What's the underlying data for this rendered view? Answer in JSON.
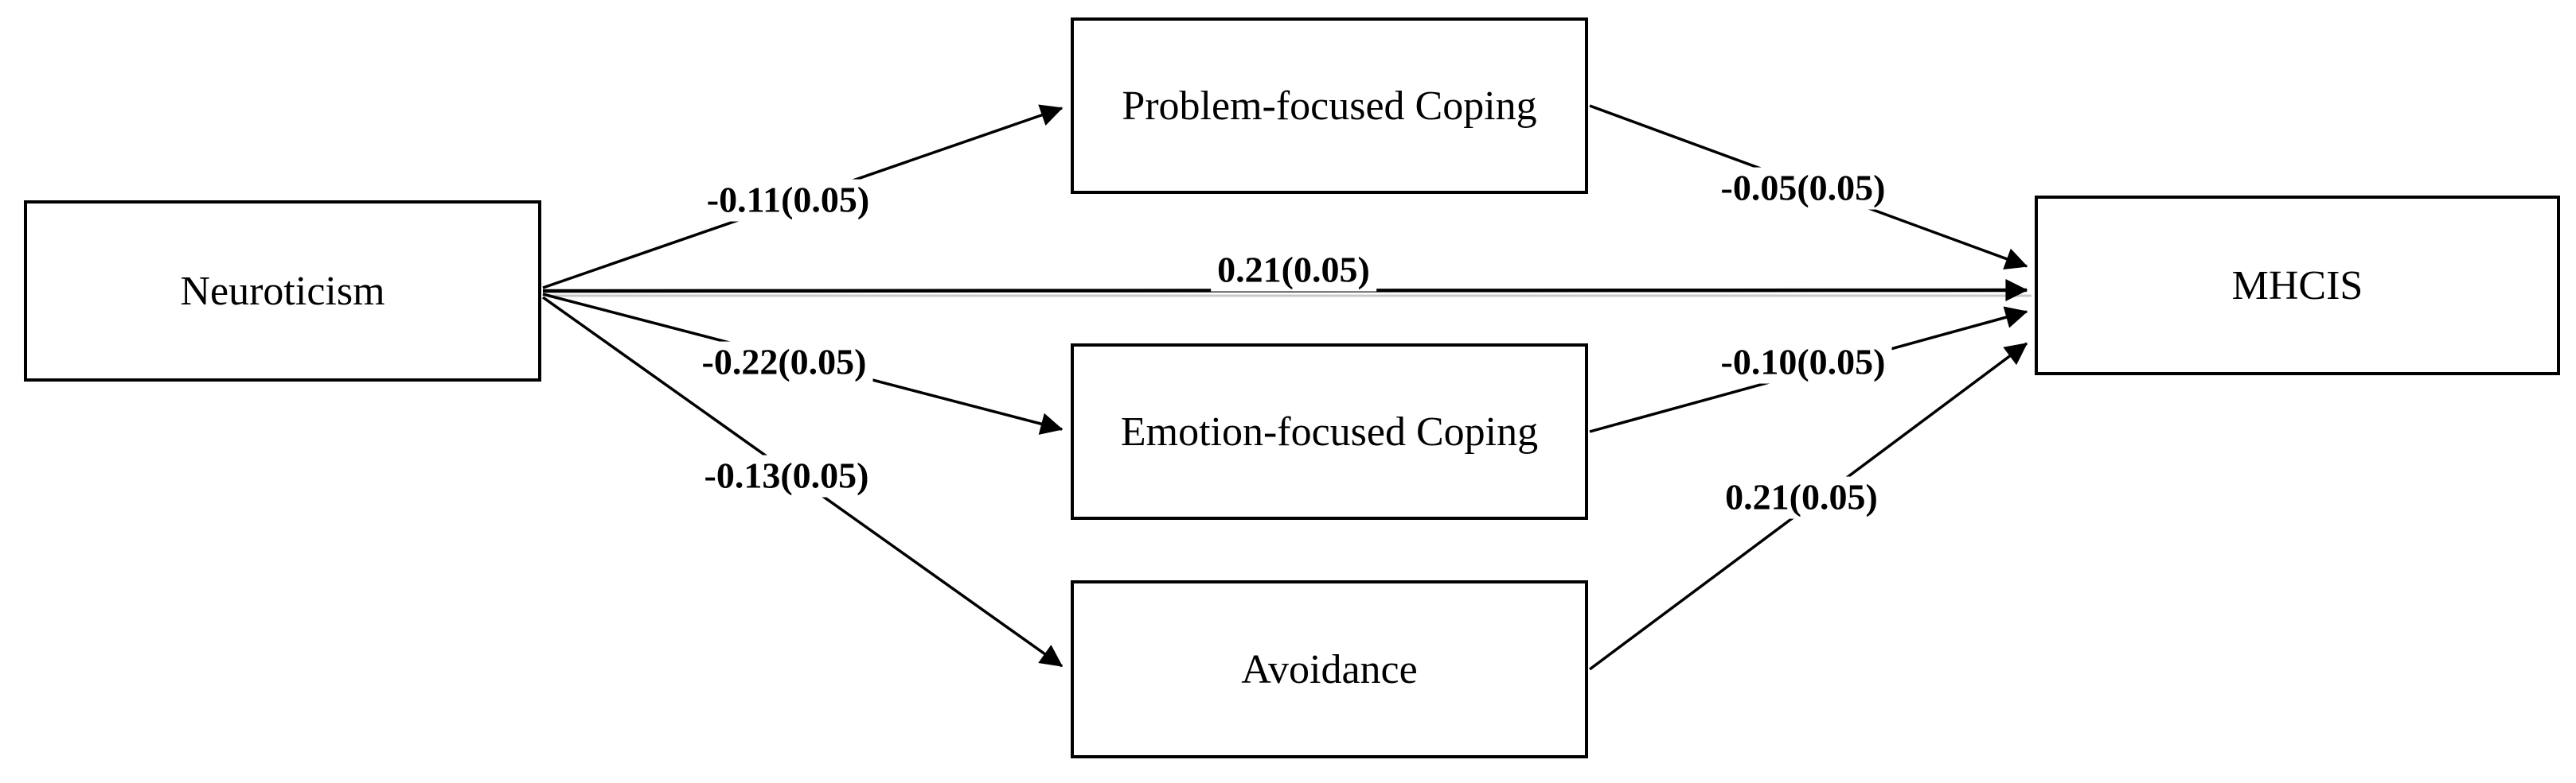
{
  "diagram": {
    "type": "path-model",
    "colors": {
      "line": "#000000",
      "text": "#000000",
      "background": "#ffffff"
    },
    "nodes": [
      {
        "id": "neuroticism",
        "label": "Neuroticism"
      },
      {
        "id": "problem-focused-coping",
        "label": "Problem-focused Coping"
      },
      {
        "id": "emotion-focused-coping",
        "label": "Emotion-focused Coping"
      },
      {
        "id": "avoidance",
        "label": "Avoidance"
      },
      {
        "id": "mhcis",
        "label": "MHCIS"
      }
    ],
    "edges": [
      {
        "from": "Neuroticism",
        "to": "Problem-focused Coping",
        "label": "-0.11(0.05)"
      },
      {
        "from": "Neuroticism",
        "to": "MHCIS",
        "label": "0.21(0.05)"
      },
      {
        "from": "Neuroticism",
        "to": "Emotion-focused Coping",
        "label": "-0.22(0.05)"
      },
      {
        "from": "Neuroticism",
        "to": "Avoidance",
        "label": "-0.13(0.05)"
      },
      {
        "from": "Problem-focused Coping",
        "to": "MHCIS",
        "label": "-0.05(0.05)"
      },
      {
        "from": "Emotion-focused Coping",
        "to": "MHCIS",
        "label": "-0.10(0.05)"
      },
      {
        "from": "Avoidance",
        "to": "MHCIS",
        "label": "0.21(0.05)"
      }
    ]
  }
}
